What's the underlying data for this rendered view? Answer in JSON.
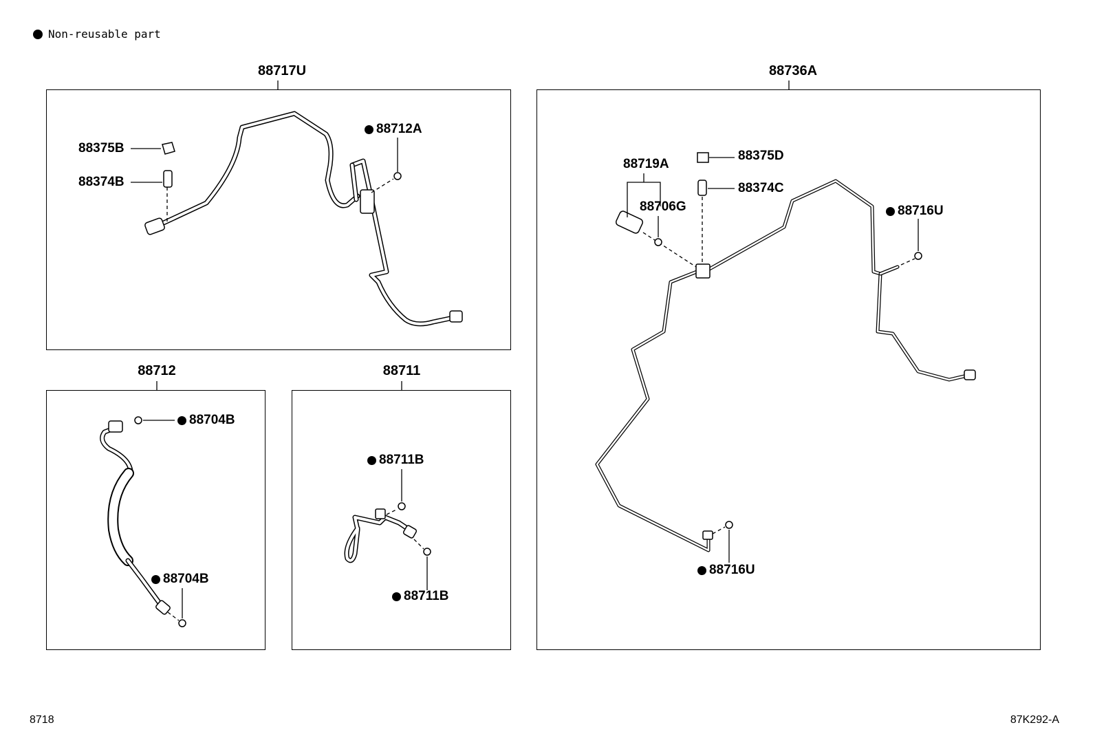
{
  "legend": {
    "text": "Non-reusable part"
  },
  "panels": {
    "top_left": {
      "title": "88717U"
    },
    "bottom_left": {
      "title": "88712"
    },
    "bottom_middle": {
      "title": "88711"
    },
    "right": {
      "title": "88736A"
    }
  },
  "parts": {
    "p88375B": "88375B",
    "p88374B": "88374B",
    "p88712A": "88712A",
    "p88704B_top": "88704B",
    "p88704B_bottom": "88704B",
    "p88711B_top": "88711B",
    "p88711B_bottom": "88711B",
    "p88719A": "88719A",
    "p88706G": "88706G",
    "p88375D": "88375D",
    "p88374C": "88374C",
    "p88716U_top": "88716U",
    "p88716U_bottom": "88716U"
  },
  "footer": {
    "left_code": "8718",
    "right_code": "87K292-A"
  }
}
